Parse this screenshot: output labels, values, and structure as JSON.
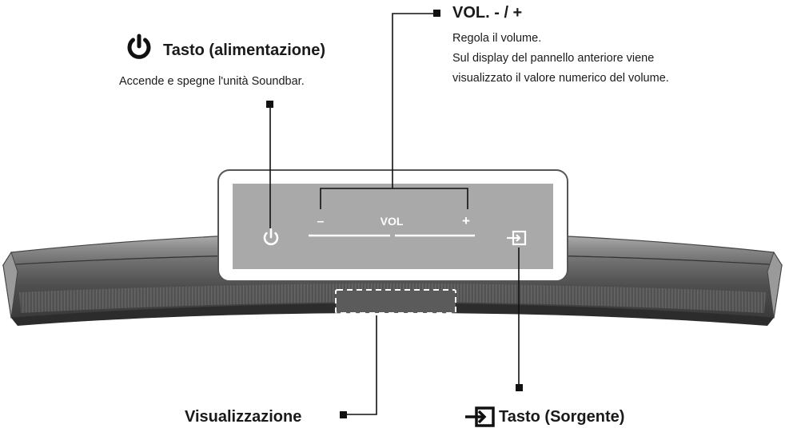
{
  "power": {
    "title": "Tasto (alimentazione)",
    "desc": "Accende e spegne l'unità Soundbar.",
    "icon": "power-icon"
  },
  "volume": {
    "title": "VOL. - / +",
    "desc_lines": [
      "Regola il volume.",
      "Sul display del pannello anteriore viene",
      "visualizzato il valore numerico del volume."
    ]
  },
  "display": {
    "title": "Visualizzazione"
  },
  "source": {
    "title": "Tasto (Sorgente)",
    "icon": "source-icon"
  },
  "panel": {
    "minus": "–",
    "vol": "VOL",
    "plus": "+"
  },
  "colors": {
    "panel_fill": "#a9a9a9",
    "panel_frame": "#ffffff",
    "bar_top": "#8c8c8c",
    "bar_front": "#5a5a5a",
    "line": "#111111"
  }
}
